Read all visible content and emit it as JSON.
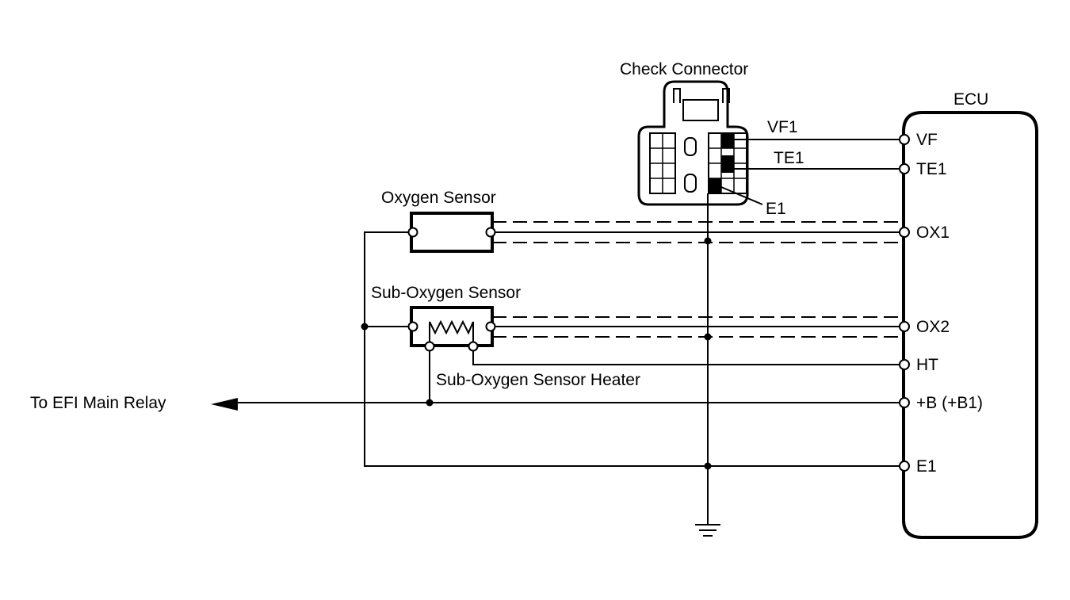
{
  "labels": {
    "check_connector": "Check Connector",
    "ecu": "ECU",
    "vf1": "VF1",
    "te1": "TE1",
    "e1_connector": "E1",
    "oxygen_sensor": "Oxygen Sensor",
    "sub_oxygen_sensor": "Sub-Oxygen Sensor",
    "sub_oxygen_sensor_heater": "Sub-Oxygen Sensor Heater",
    "to_efi_main_relay": "To EFI Main Relay"
  },
  "ecu_terminals": [
    "VF",
    "TE1",
    "OX1",
    "OX2",
    "HT",
    "+B (+B1)",
    "E1"
  ]
}
